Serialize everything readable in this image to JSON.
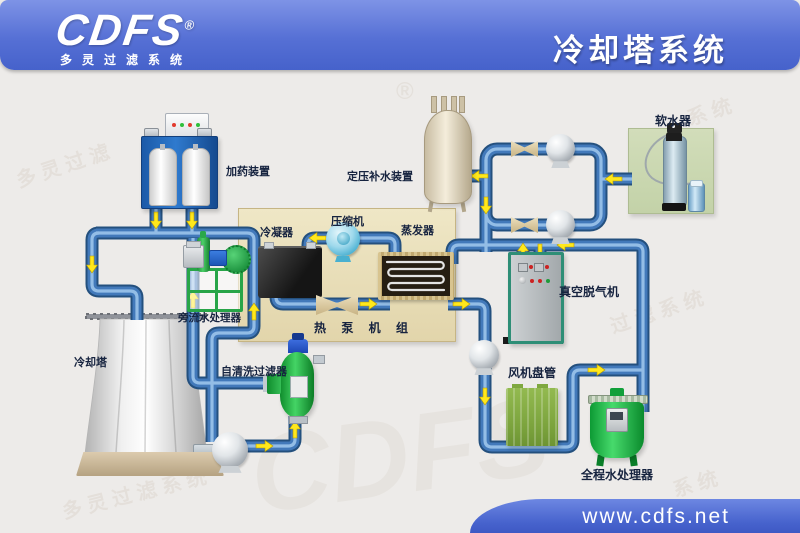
{
  "header": {
    "logo_text": "CDFS",
    "logo_reg": "®",
    "logo_subtitle": "多灵过滤系统",
    "title": "冷却塔系统"
  },
  "footer": {
    "url": "www.cdfs.net"
  },
  "style_colors": {
    "header_blue": "#5670d5",
    "footer_blue": "#4763cd",
    "pipe_blue": "#3f74b4",
    "arrow_yellow": "#ffe81c",
    "equipment_green": "#2aa84a",
    "heat_pump_panel_beige": "#e9ddb8",
    "softener_panel_green": "#c9d6ae"
  },
  "diagram": {
    "labels": {
      "dosing_device": "加药装置",
      "pressure_makeup_device": "定压补水装置",
      "water_softener": "软水器",
      "condenser": "冷凝器",
      "compressor": "压缩机",
      "evaporator": "蒸发器",
      "heat_pump_unit": "热 泵 机 组",
      "sidestream_processor": "旁流水处理器",
      "cooling_tower": "冷却塔",
      "self_cleaning_filter": "自清洗过滤器",
      "vacuum_degasser": "真空脱气机",
      "fan_coil": "风机盘管",
      "full_process_water_processor": "全程水处理器"
    },
    "watermarks": {
      "wm_chars_1": "多 灵 过 滤",
      "wm_chars_2": "系 统",
      "wm_logo": "CDFS",
      "wm_chars_3": "过 滤 系 统",
      "wm_chars_4": "多 灵 过 滤 系 统",
      "wm_reg": "®",
      "wm_chars_5": "系 统"
    }
  }
}
